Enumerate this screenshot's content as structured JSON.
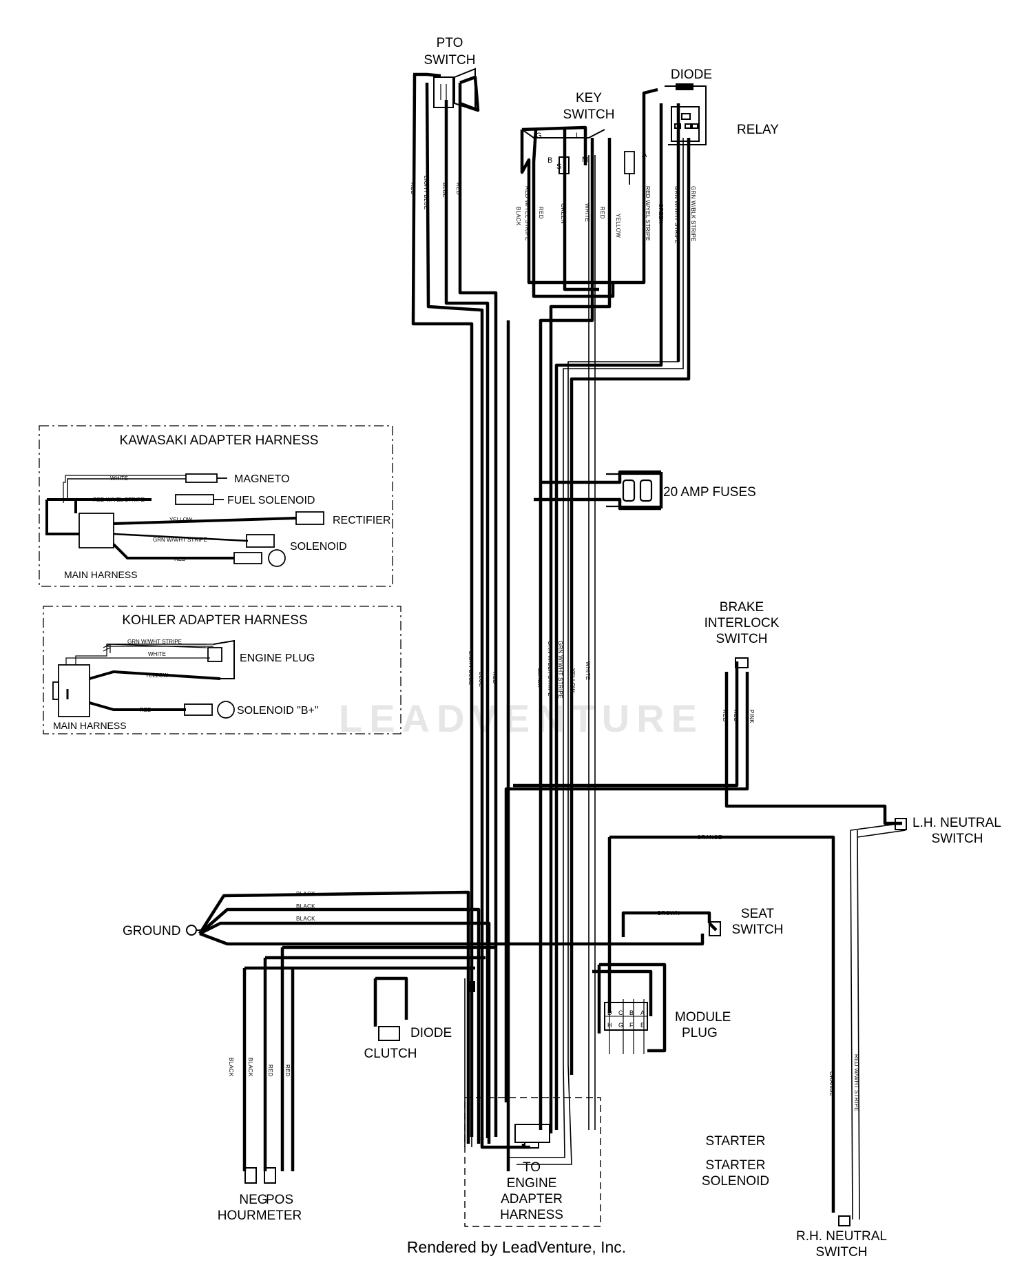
{
  "components": {
    "pto_switch": [
      "PTO",
      "SWITCH"
    ],
    "key_switch": [
      "KEY",
      "SWITCH"
    ],
    "key_terminals": [
      "G",
      "B",
      "L",
      "M",
      "S",
      "A"
    ],
    "diode_top": "DIODE",
    "relay": "RELAY",
    "fuses": "20 AMP FUSES",
    "brake_interlock": [
      "BRAKE",
      "INTERLOCK",
      "SWITCH"
    ],
    "lh_neutral": [
      "L.H. NEUTRAL",
      "SWITCH"
    ],
    "seat_switch": [
      "SEAT",
      "SWITCH"
    ],
    "ground": "GROUND",
    "module_plug": [
      "MODULE",
      "PLUG"
    ],
    "module_pins": [
      "D",
      "C",
      "B",
      "A",
      "H",
      "G",
      "F",
      "E"
    ],
    "diode_bottom": "DIODE",
    "clutch": "CLUTCH",
    "engine_harness": [
      "TO",
      "ENGINE",
      "ADAPTER",
      "HARNESS"
    ],
    "starter": "STARTER",
    "starter_solenoid": [
      "STARTER",
      "SOLENOID"
    ],
    "rh_neutral": [
      "R.H. NEUTRAL",
      "SWITCH"
    ],
    "hourmeter": [
      "NEG",
      "POS",
      "HOURMETER"
    ]
  },
  "kawasaki": {
    "title": "KAWASAKI ADAPTER HARNESS",
    "items": [
      "MAGNETO",
      "FUEL SOLENOID",
      "RECTIFIER",
      "SOLENOID"
    ],
    "wires": [
      "WHITE",
      "RED W/YEL STRIPE",
      "YELLOW",
      "GRN W/WHT STRIPE",
      "RED"
    ],
    "main": "MAIN HARNESS"
  },
  "kohler": {
    "title": "KOHLER ADAPTER HARNESS",
    "items": [
      "ENGINE PLUG",
      "SOLENOID \"B+\""
    ],
    "wires": [
      "GRN W/WHT STRIPE",
      "WHITE",
      "YELLOW",
      "RED"
    ],
    "main": "MAIN HARNESS"
  },
  "wire_labels": {
    "pto": [
      "RED",
      "LIGHT BLUE",
      "BLUE",
      "RED"
    ],
    "key": [
      "BLACK",
      "RED W/YEL STRIPE",
      "RED",
      "GREEN",
      "WHITE",
      "RED",
      "YELLOW"
    ],
    "relay": [
      "RED W/YEL STRIPE",
      "GREEN",
      "GRN W/WHT STRIPE",
      "GRN W/BLK STRIPE"
    ],
    "trunk": [
      "LIGHT BLUE",
      "BLUE",
      "RED",
      "BLACK",
      "GRN W/BLK STRIPE",
      "GRN W/WHT STRIPE",
      "YELLOW",
      "WHITE"
    ],
    "brake": [
      "RED",
      "RED",
      "PINK"
    ],
    "orange": "ORANGE",
    "ground": [
      "BLACK",
      "BLACK",
      "BLACK"
    ],
    "brown": "BROWN",
    "hourmeter": [
      "BLACK",
      "BLACK",
      "RED",
      "RED"
    ],
    "rh": [
      "ORANGE",
      "RED W/WHT STRIPE"
    ]
  },
  "watermark": "LEADVENTURE",
  "footer": "Rendered by LeadVenture, Inc."
}
